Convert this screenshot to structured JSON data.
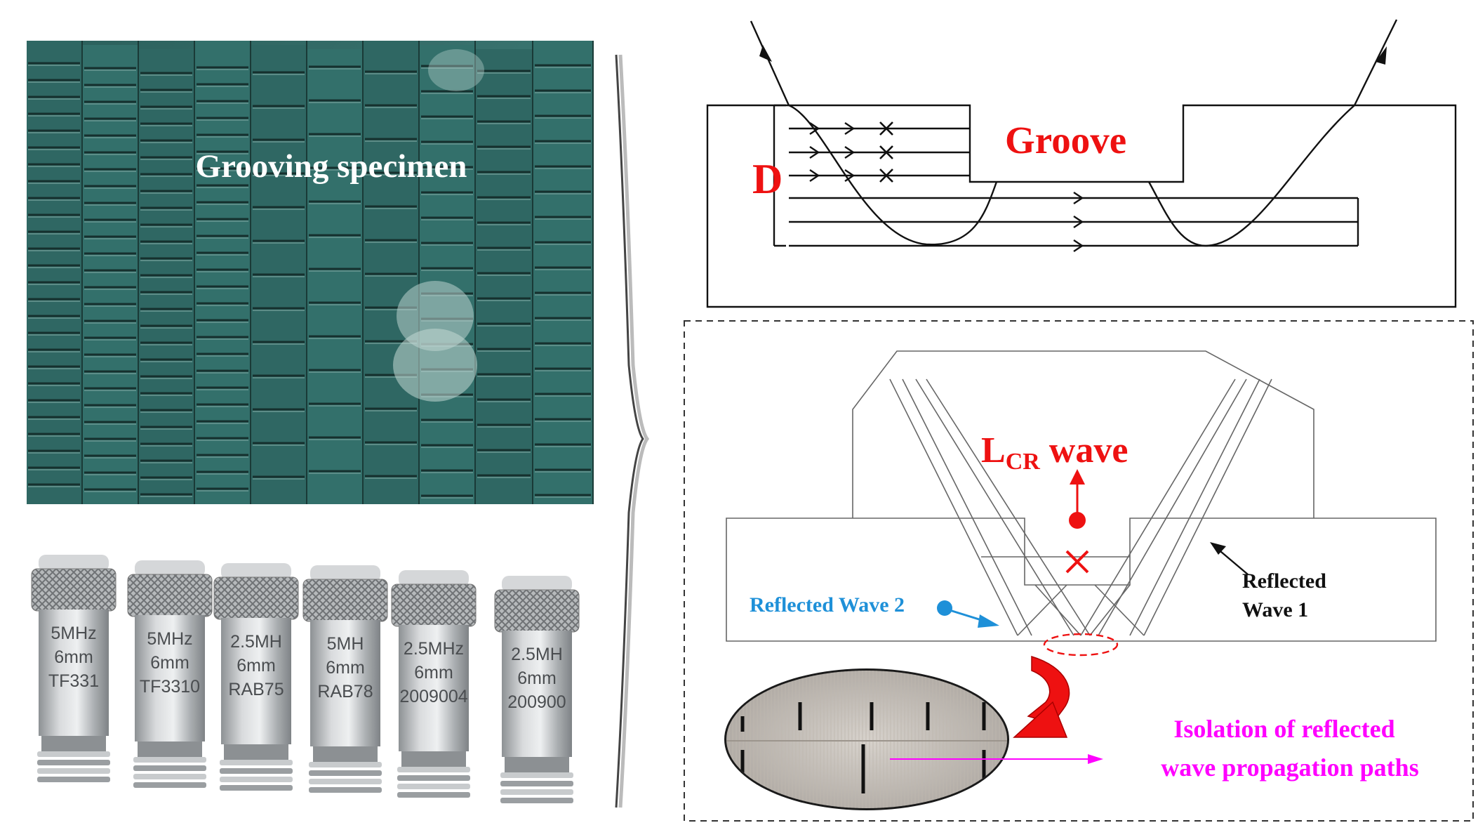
{
  "photo": {
    "specimen_label": "Grooving specimen",
    "transducer_labels": [
      [
        "5MHz",
        "6mm",
        "TF331"
      ],
      [
        "5MHz",
        "6mm",
        "TF3310"
      ],
      [
        "2.5MH",
        "6mm",
        "RAB75"
      ],
      [
        "5MH",
        "6mm",
        "RAB78"
      ],
      [
        "2.5MHz",
        "6mm",
        "2009004"
      ],
      [
        "2.5MH",
        "6mm",
        "200900"
      ]
    ]
  },
  "groove_diagram": {
    "depth_label": "D",
    "groove_label": "Groove"
  },
  "lcr_diagram": {
    "wave_label_main": "L",
    "wave_label_sub": "CR",
    "wave_label_rest": " wave",
    "reflected_wave_2": "Reflected Wave 2",
    "reflected_wave_1_line1": "Reflected",
    "reflected_wave_1_line2": "Wave 1",
    "isolation_line1": "Isolation of reflected",
    "isolation_line2": "wave propagation paths"
  },
  "colors": {
    "label_red": "#ee1111",
    "label_blue": "#1e90d8",
    "label_magenta": "#ff00ff",
    "specimen_teal": "#2a5f5c",
    "steel": "#b8bbbe"
  }
}
